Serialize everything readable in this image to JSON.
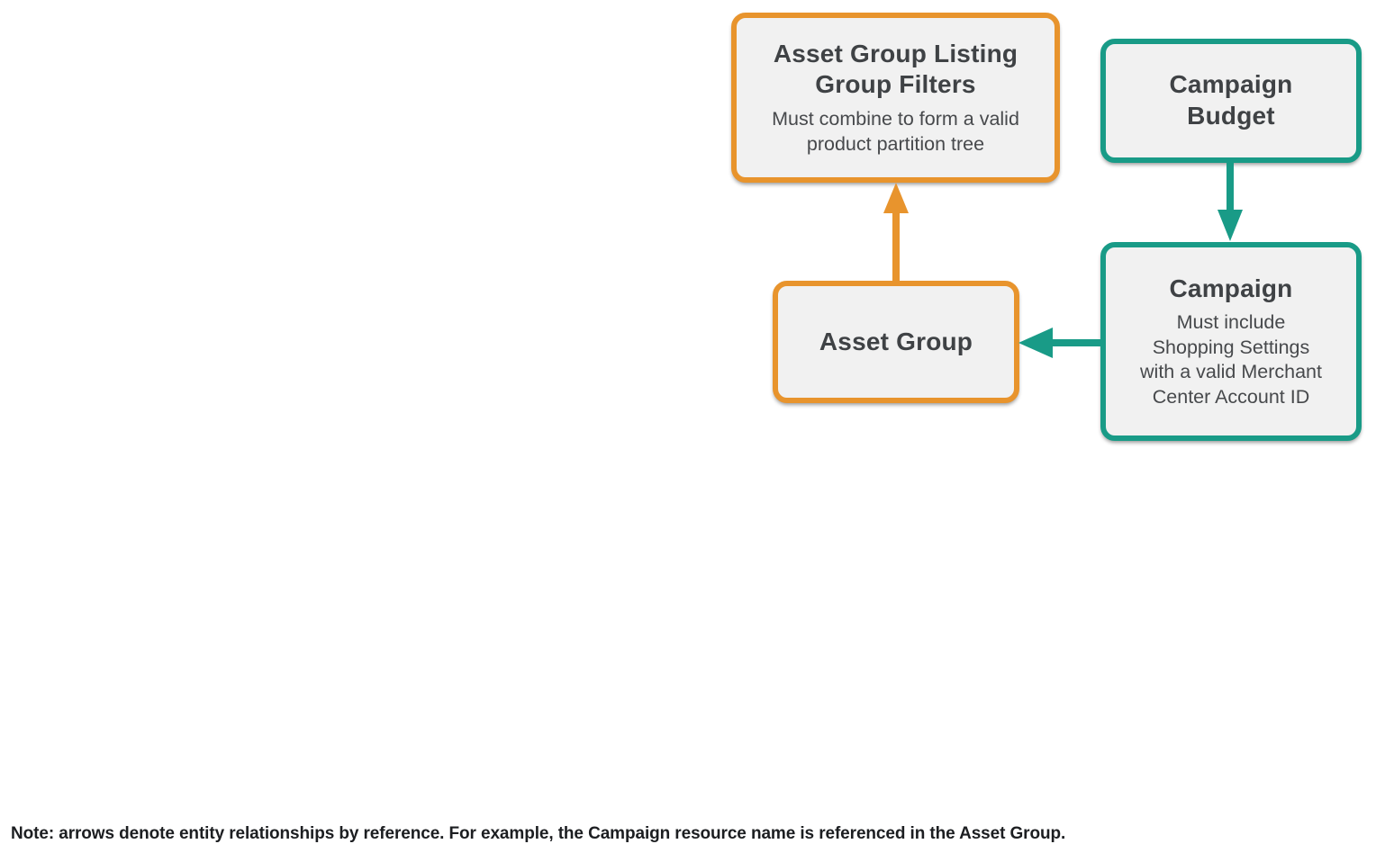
{
  "diagram": {
    "nodes": {
      "asset_group_listing_group_filters": {
        "title": "Asset Group Listing\nGroup Filters",
        "description": "Must combine to form a valid\nproduct partition tree",
        "accent_color": "#E8942D"
      },
      "campaign_budget": {
        "title": "Campaign\nBudget",
        "accent_color": "#199B87"
      },
      "asset_group": {
        "title": "Asset Group",
        "accent_color": "#E8942D"
      },
      "campaign": {
        "title": "Campaign",
        "description": "Must include\nShopping Settings\nwith a valid Merchant\nCenter Account ID",
        "accent_color": "#199B87"
      }
    },
    "edges": [
      {
        "from": "asset_group",
        "to": "asset_group_listing_group_filters",
        "color": "#E8942D",
        "direction": "up"
      },
      {
        "from": "campaign_budget",
        "to": "campaign",
        "color": "#199B87",
        "direction": "down"
      },
      {
        "from": "campaign",
        "to": "asset_group",
        "color": "#199B87",
        "direction": "left"
      }
    ],
    "colors": {
      "orange_accent": "#E8942D",
      "teal_accent": "#199B87",
      "box_fill": "#F1F1F1",
      "title_text": "#3F4245",
      "body_text": "#47494C",
      "background": "#FFFFFF"
    }
  },
  "note": "Note: arrows denote entity relationships by reference. For example, the Campaign resource name is referenced in the Asset Group."
}
